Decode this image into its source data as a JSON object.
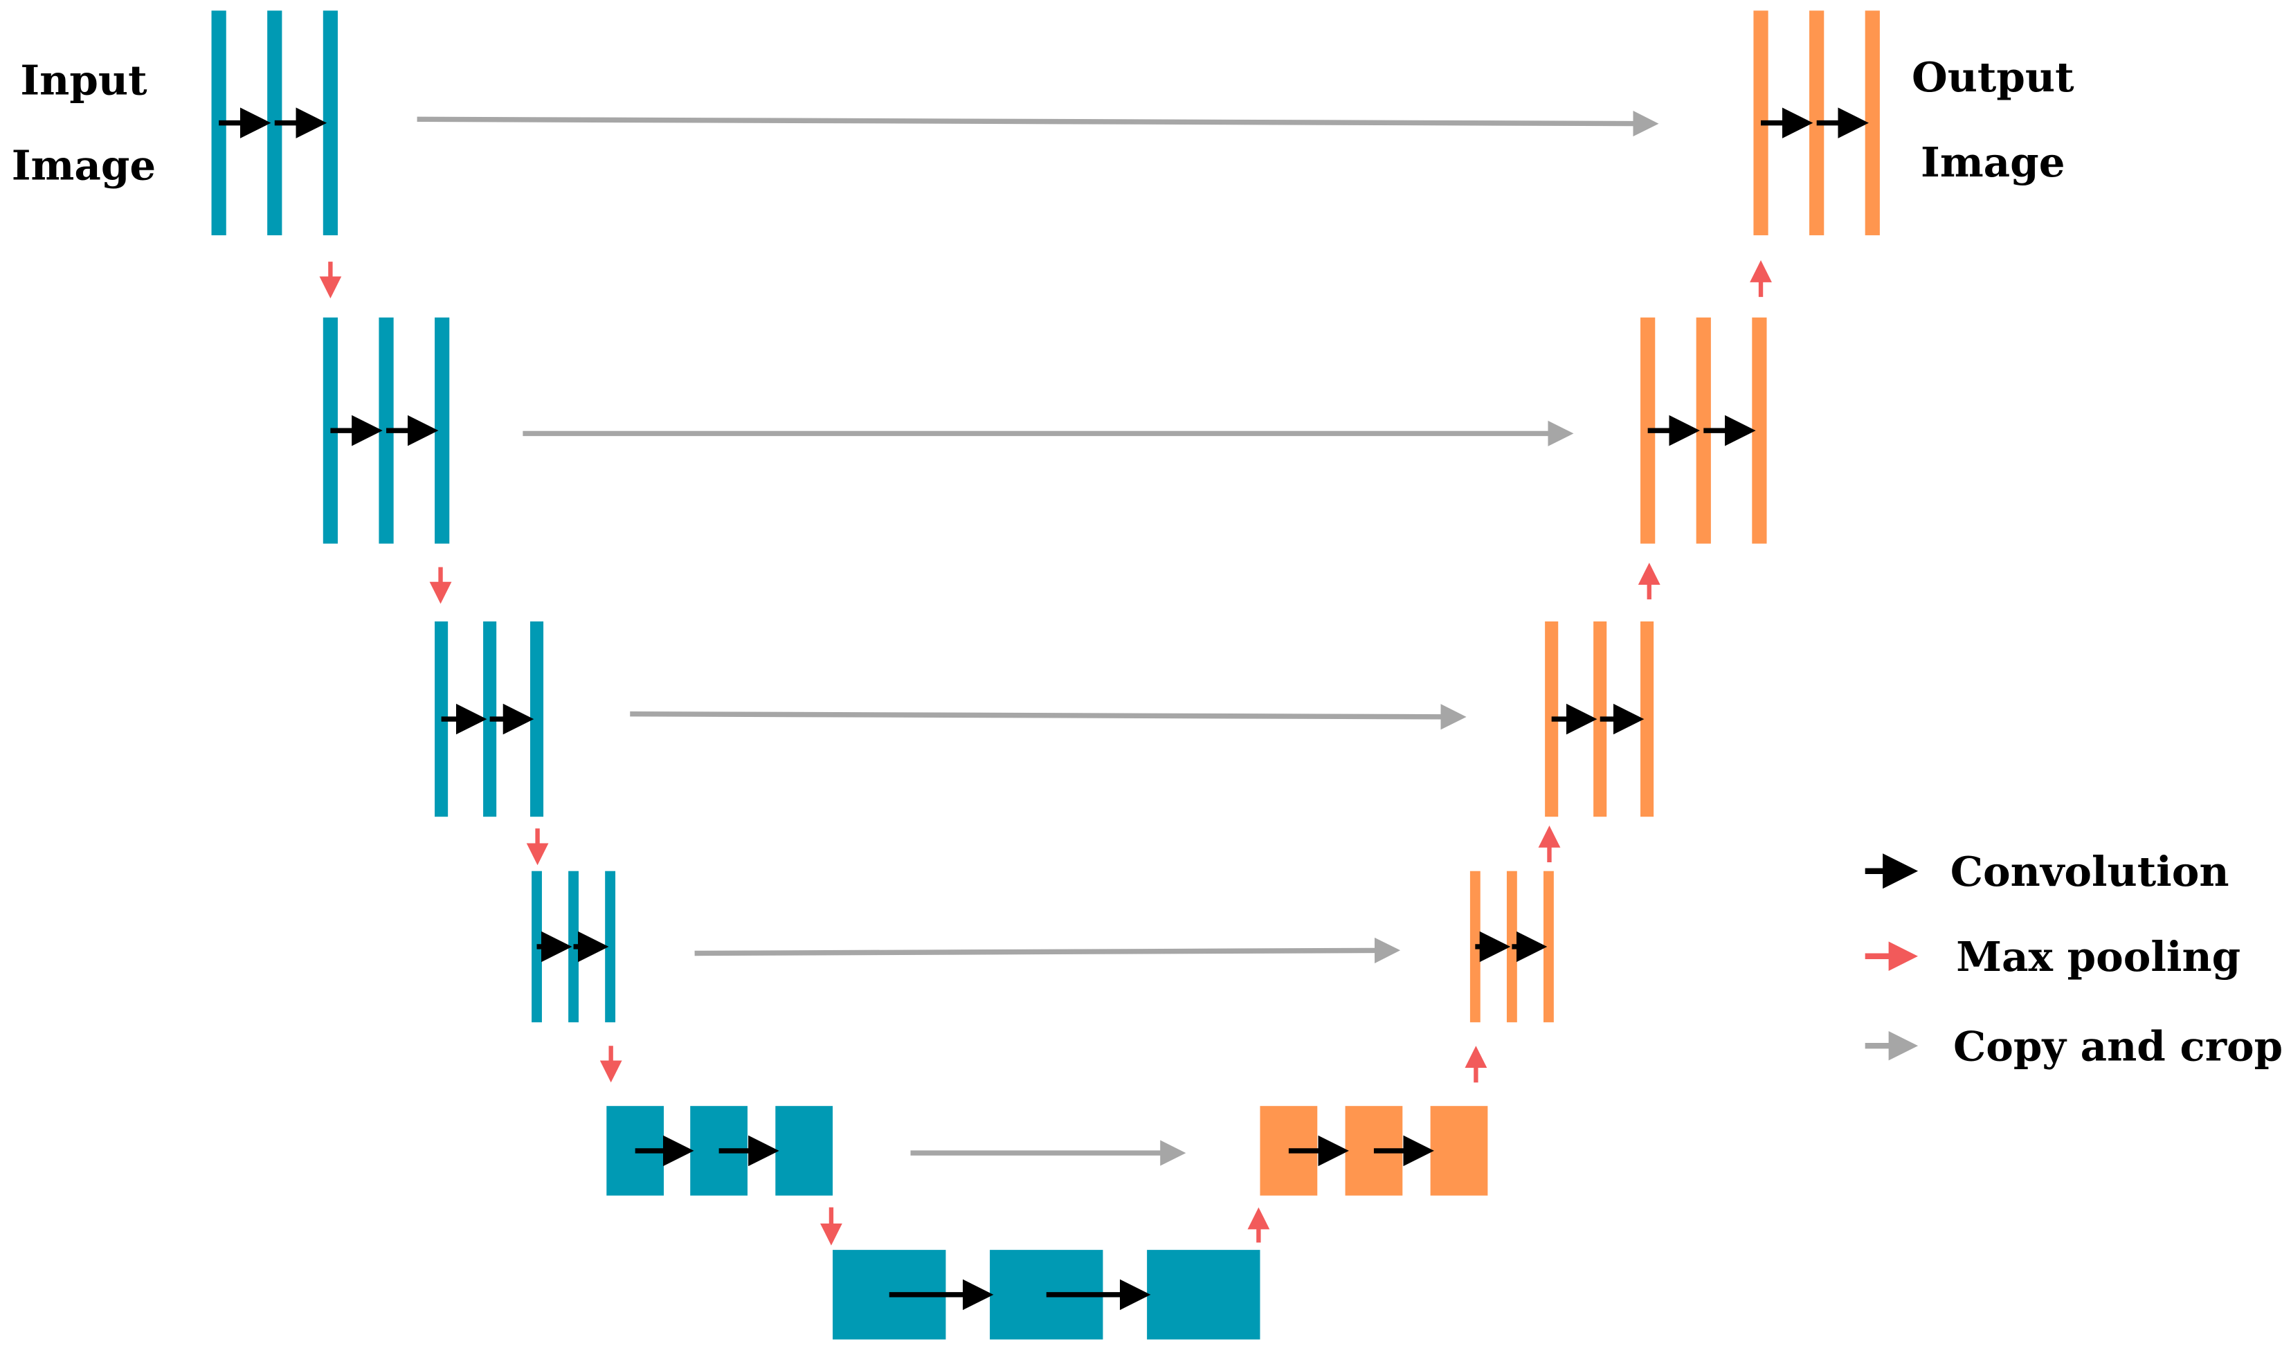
{
  "labels": {
    "input_line1": "Input",
    "input_line2": "Image",
    "output_line1": "Output",
    "output_line2": "Image"
  },
  "legend": {
    "convolution": "Convolution",
    "max_pooling": "Max pooling",
    "copy_and_crop": "Copy and crop"
  },
  "colors": {
    "encoder": "#009AB4",
    "decoder": "#FF964F",
    "convolution_arrow": "#000000",
    "pooling_arrow": "#F25A5A",
    "copy_arrow": "#A6A6A6",
    "text": "#000000"
  },
  "structure": {
    "levels": 6,
    "blocks_per_level": 3,
    "skip_connections": 5
  }
}
